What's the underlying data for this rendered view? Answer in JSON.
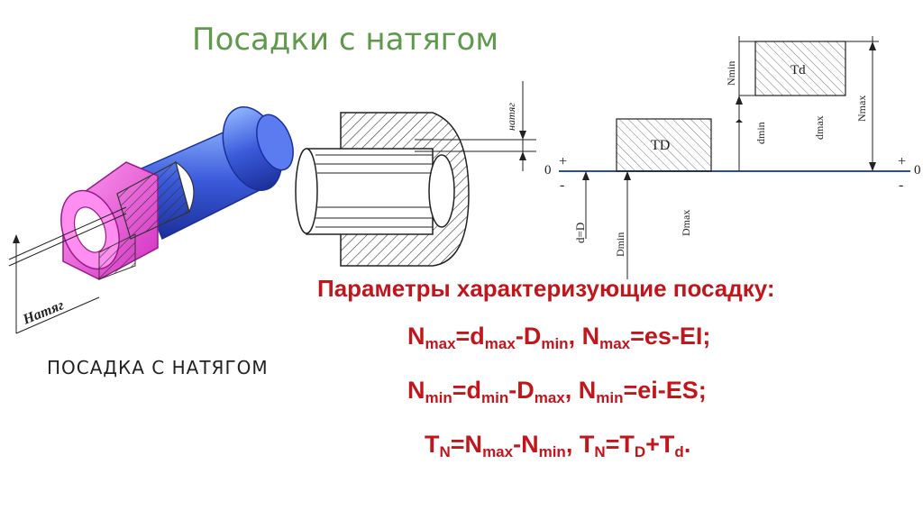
{
  "slide": {
    "title": "Посадки с натягом",
    "figure_caption": "ПОСАДКА   С НАТЯГОМ",
    "figure_label": "Натяг",
    "section_label": "натяг",
    "diagram": {
      "zero": "0",
      "zero_right": "0",
      "plus": "+",
      "plus_right": "+",
      "minus": "-",
      "minus_right": "-",
      "td_hole": "TD",
      "td_shaft": "Td",
      "d_eq_D": "d=D",
      "D_min": "Dmin",
      "D_max": "Dmax",
      "N_min": "Nmin",
      "N_max": "Nmax",
      "d_min": "dmin",
      "d_max": "dmax"
    },
    "parameters_heading": "Параметры характеризующие посадку:",
    "formulas": {
      "f1": {
        "N": "N",
        "sub1": "max",
        "a": "=d",
        "sub2": "max",
        "b": "-D",
        "sub3": "min",
        "c": ", N",
        "sub4": "max",
        "d": "=es-EI;"
      },
      "f2": {
        "N": "N",
        "sub1": "min",
        "a": "=d",
        "sub2": "min",
        "b": "-D",
        "sub3": "max",
        "c": ", N",
        "sub4": "min",
        "d": "=ei-ES;"
      },
      "f3": {
        "T": "T",
        "sub1": "N",
        "a": "=N",
        "sub2": "max",
        "b": "-N",
        "sub3": "min",
        "c": ", T",
        "sub4": "N",
        "d": "=T",
        "sub5": "D",
        "e": "+T",
        "sub6": "d",
        "f": "."
      }
    },
    "colors": {
      "title": "#5f9a4c",
      "formula": "#c0161c",
      "shaft": "#3b5bdb",
      "hub": "#e040d0"
    }
  }
}
